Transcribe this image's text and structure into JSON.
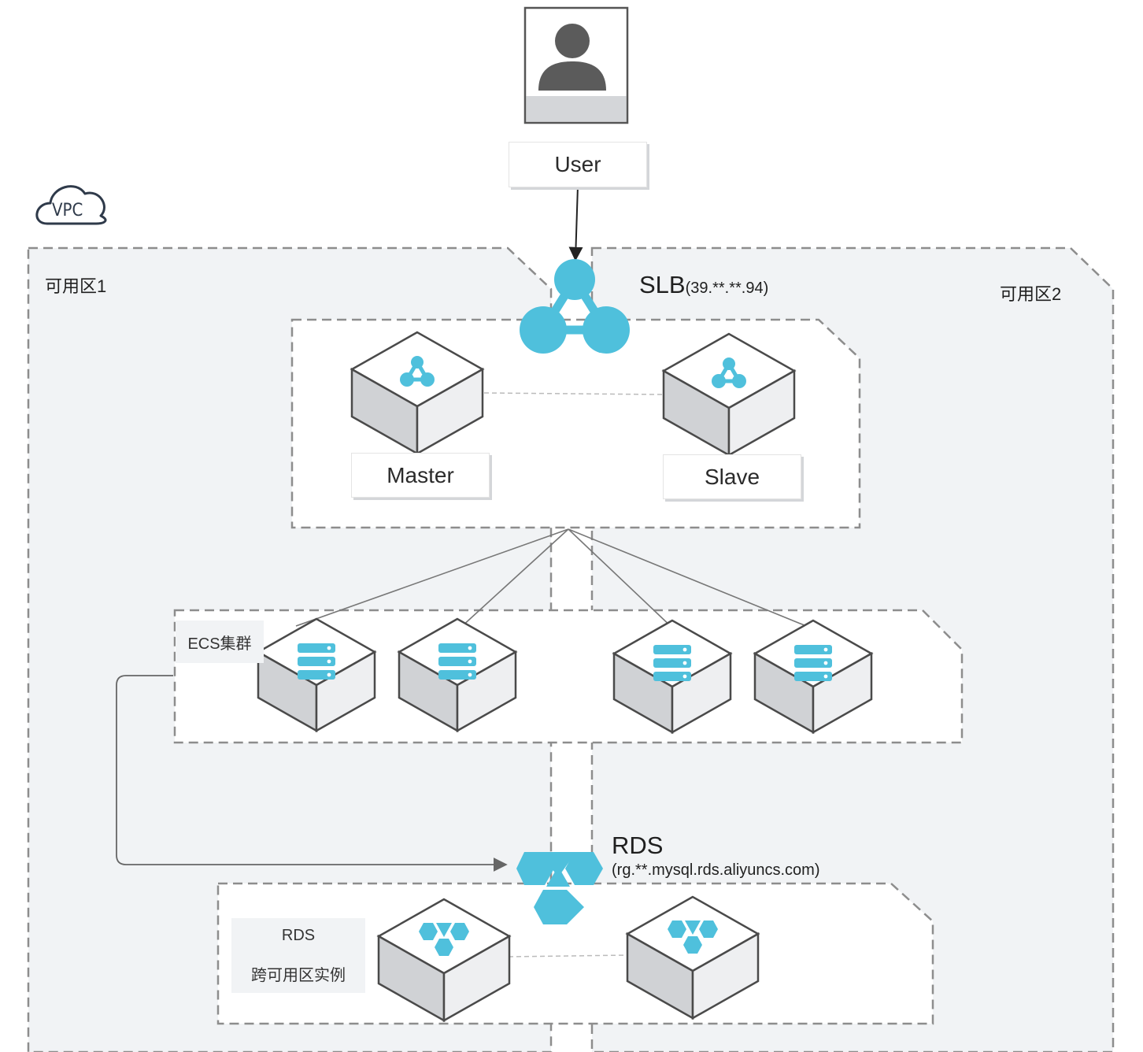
{
  "user": {
    "label": "User"
  },
  "vpc": {
    "label": "VPC"
  },
  "zones": {
    "zone1": "可用区1",
    "zone2": "可用区2"
  },
  "slb": {
    "name": "SLB",
    "ip": "(39.**.**.94)",
    "master": "Master",
    "slave": "Slave"
  },
  "ecs": {
    "group_label": "ECS集群"
  },
  "rds": {
    "name": "RDS",
    "endpoint": "(rg.**.mysql.rds.aliyuncs.com)",
    "group_line1": "RDS",
    "group_line2": "跨可用区实例"
  },
  "colors": {
    "accent": "#4fc0dc",
    "zone_bg": "#f1f3f5",
    "border": "#8d8d8d"
  }
}
